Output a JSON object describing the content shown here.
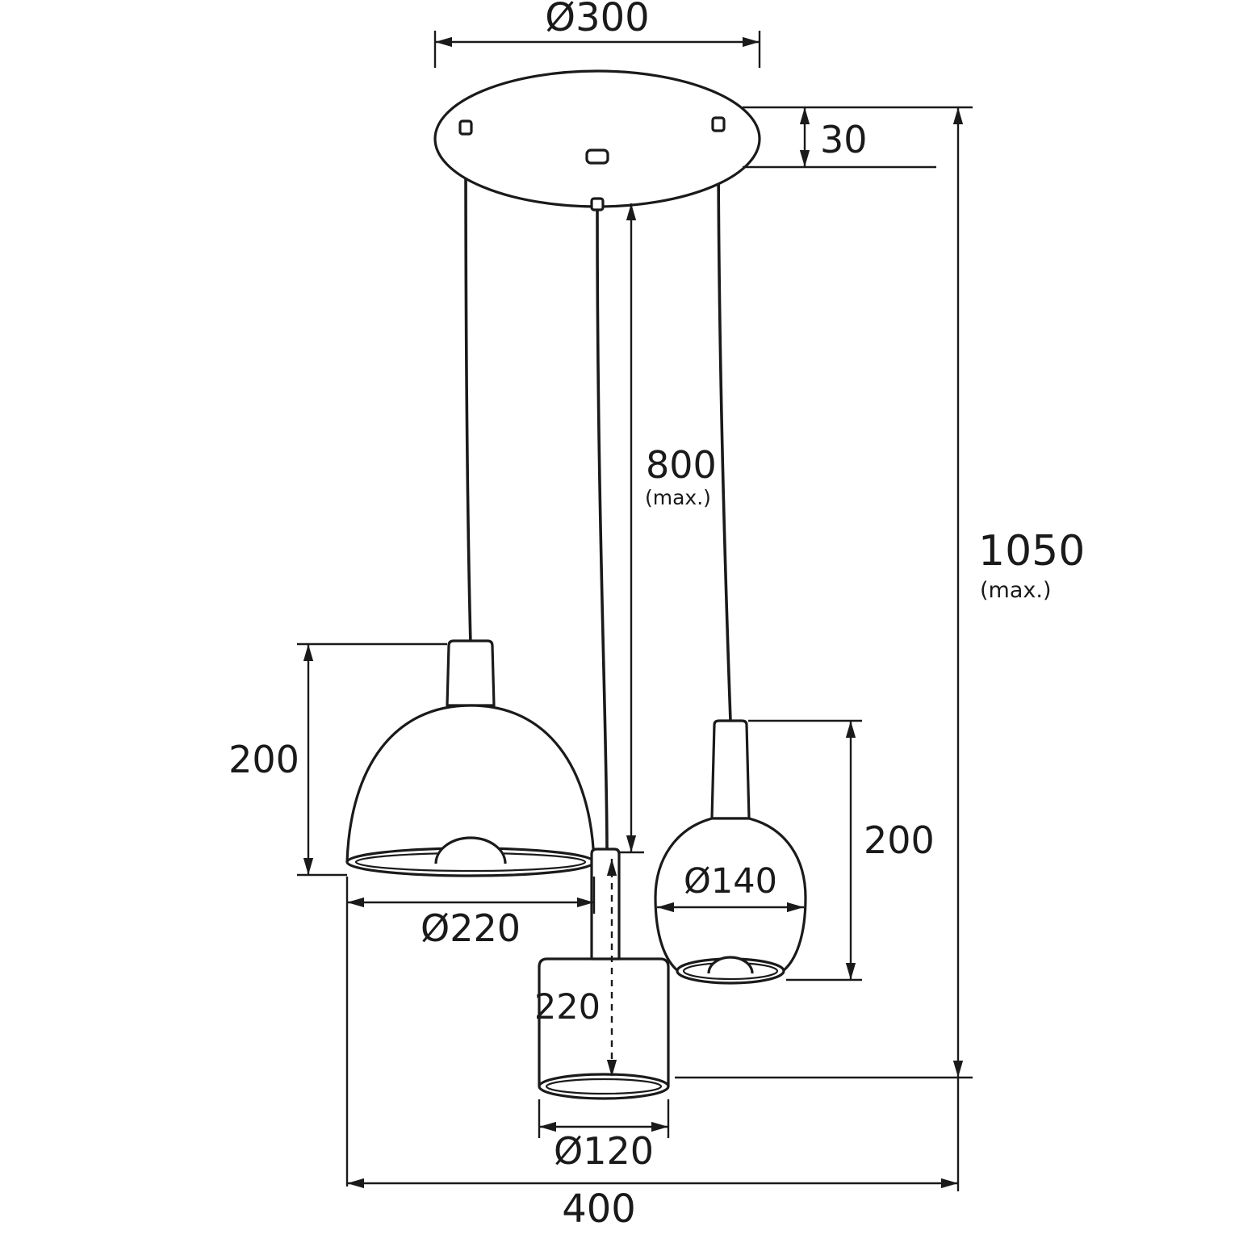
{
  "colors": {
    "line": "#1a1a1a",
    "background": "#ffffff"
  },
  "dimensions": {
    "canopy_diameter": {
      "label": "Ø300"
    },
    "canopy_height": {
      "label": "30"
    },
    "overall_height": {
      "label": "1050",
      "qualifier": "(max.)"
    },
    "cord_drop": {
      "label": "800",
      "qualifier": "(max.)"
    },
    "dome_shade": {
      "height": "200",
      "diameter": "Ø220"
    },
    "ball_shade": {
      "height": "200",
      "diameter": "Ø140"
    },
    "cylinder_shade": {
      "height": "220",
      "diameter": "Ø120"
    },
    "overall_width": {
      "label": "400"
    }
  }
}
